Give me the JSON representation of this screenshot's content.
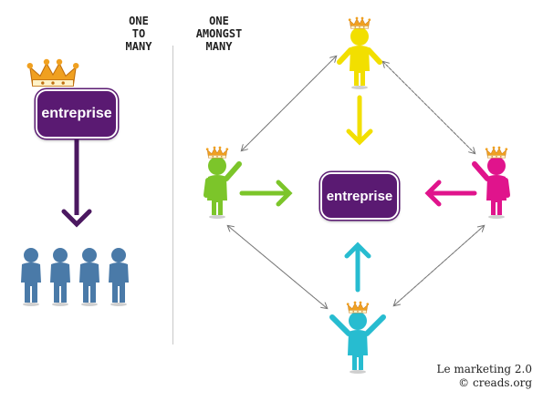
{
  "headers": {
    "one_to_many": [
      "ONE",
      "TO",
      "MANY"
    ],
    "one_amongst_many": [
      "ONE",
      "AMONGST",
      "MANY"
    ]
  },
  "left_box_label": "entreprise",
  "center_box_label": "entreprise",
  "credit": {
    "line1": "Le marketing 2.0",
    "line2": "© creads.org"
  },
  "colors": {
    "purple": "#5a1a72",
    "blue_people": "#4a7aa8",
    "yellow": "#f2df00",
    "green": "#7cc52a",
    "magenta": "#e0148c",
    "cyan": "#27bcd0",
    "crown": "#f0a020"
  },
  "icons": [
    "crown-icon",
    "person-icon",
    "arrow-icon"
  ]
}
